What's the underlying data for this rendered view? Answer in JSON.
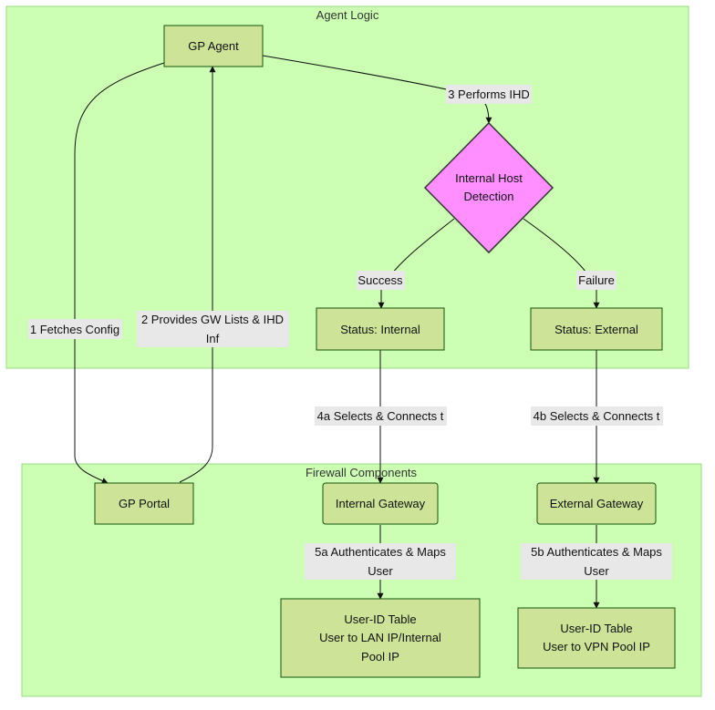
{
  "clusters": {
    "agent": "Agent Logic",
    "firewall": "Firewall Components"
  },
  "nodes": {
    "gp_agent": "GP Agent",
    "ihd": [
      "Internal Host",
      "Detection"
    ],
    "status_internal": "Status: Internal",
    "status_external": "Status: External",
    "gp_portal": "GP Portal",
    "internal_gateway": "Internal Gateway",
    "external_gateway": "External Gateway",
    "userid_internal": [
      "User-ID Table",
      "User to LAN IP/Internal",
      "Pool IP"
    ],
    "userid_external": [
      "User-ID Table",
      "User to VPN Pool IP"
    ]
  },
  "edges": {
    "e1": [
      "1 Fetches Config"
    ],
    "e2": [
      "2 Provides GW Lists & IHD",
      "Inf"
    ],
    "e3": [
      "3 Performs IHD"
    ],
    "success": [
      "Success"
    ],
    "failure": [
      "Failure"
    ],
    "e4a": [
      "4a Selects & Connects t"
    ],
    "e4b": [
      "4b Selects & Connects t"
    ],
    "e5a": [
      "5a Authenticates & Maps",
      "User"
    ],
    "e5b": [
      "5b Authenticates & Maps",
      "User"
    ]
  },
  "colors": {
    "cluster_fill": "#ccffb3",
    "node_fill": "#cde498",
    "decision_fill": "#ff8fff",
    "edge_label_bg": "#e8e8e8"
  }
}
